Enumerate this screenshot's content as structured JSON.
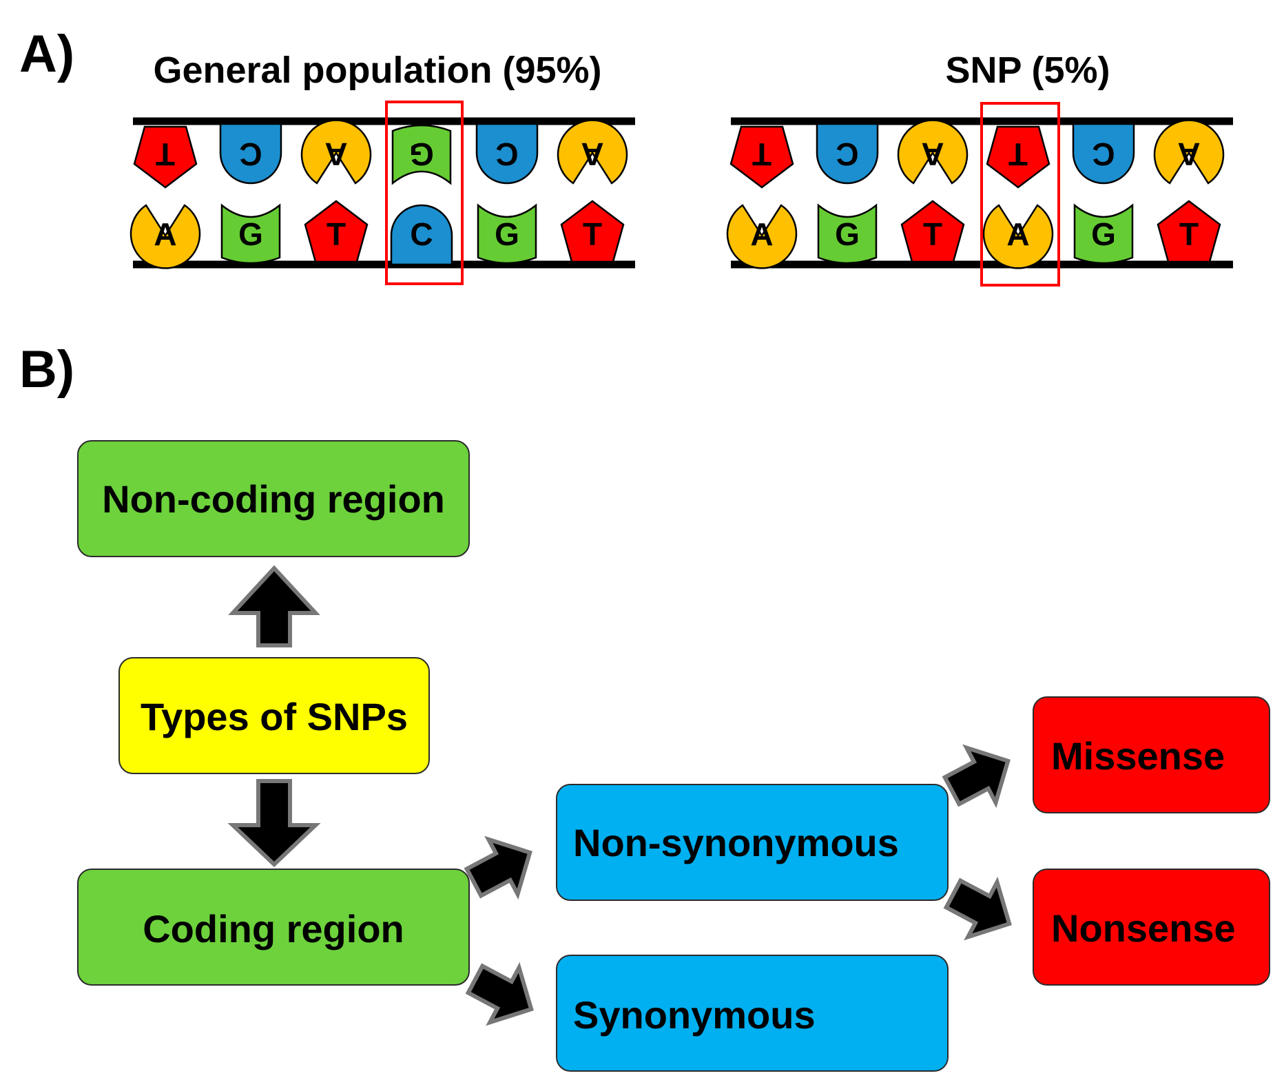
{
  "panel_a": {
    "label": "A)",
    "strands": [
      {
        "title": "General population (95%)",
        "top": [
          "T",
          "C",
          "A",
          "G",
          "C",
          "A"
        ],
        "bottom": [
          "A",
          "G",
          "T",
          "C",
          "G",
          "T"
        ],
        "highlight_index": 3
      },
      {
        "title": "SNP (5%)",
        "top": [
          "T",
          "C",
          "A",
          "T",
          "C",
          "A"
        ],
        "bottom": [
          "A",
          "G",
          "T",
          "A",
          "G",
          "T"
        ],
        "highlight_index": 3
      }
    ]
  },
  "panel_b": {
    "label": "B)",
    "nodes": {
      "types": "Types of SNPs",
      "noncoding": "Non-coding region",
      "coding": "Coding region",
      "nonsyn": "Non-synonymous",
      "syn": "Synonymous",
      "missense": "Missense",
      "nonsense": "Nonsense"
    }
  },
  "colors": {
    "A": "#ffc000",
    "T": "#ff0000",
    "G": "#66cc33",
    "C": "#1b8fd0",
    "green_box": "#6dd23c",
    "yellow_box": "#ffff00",
    "blue_box": "#00b0f0",
    "red_box": "#ff0000",
    "highlight": "#ff0000"
  }
}
